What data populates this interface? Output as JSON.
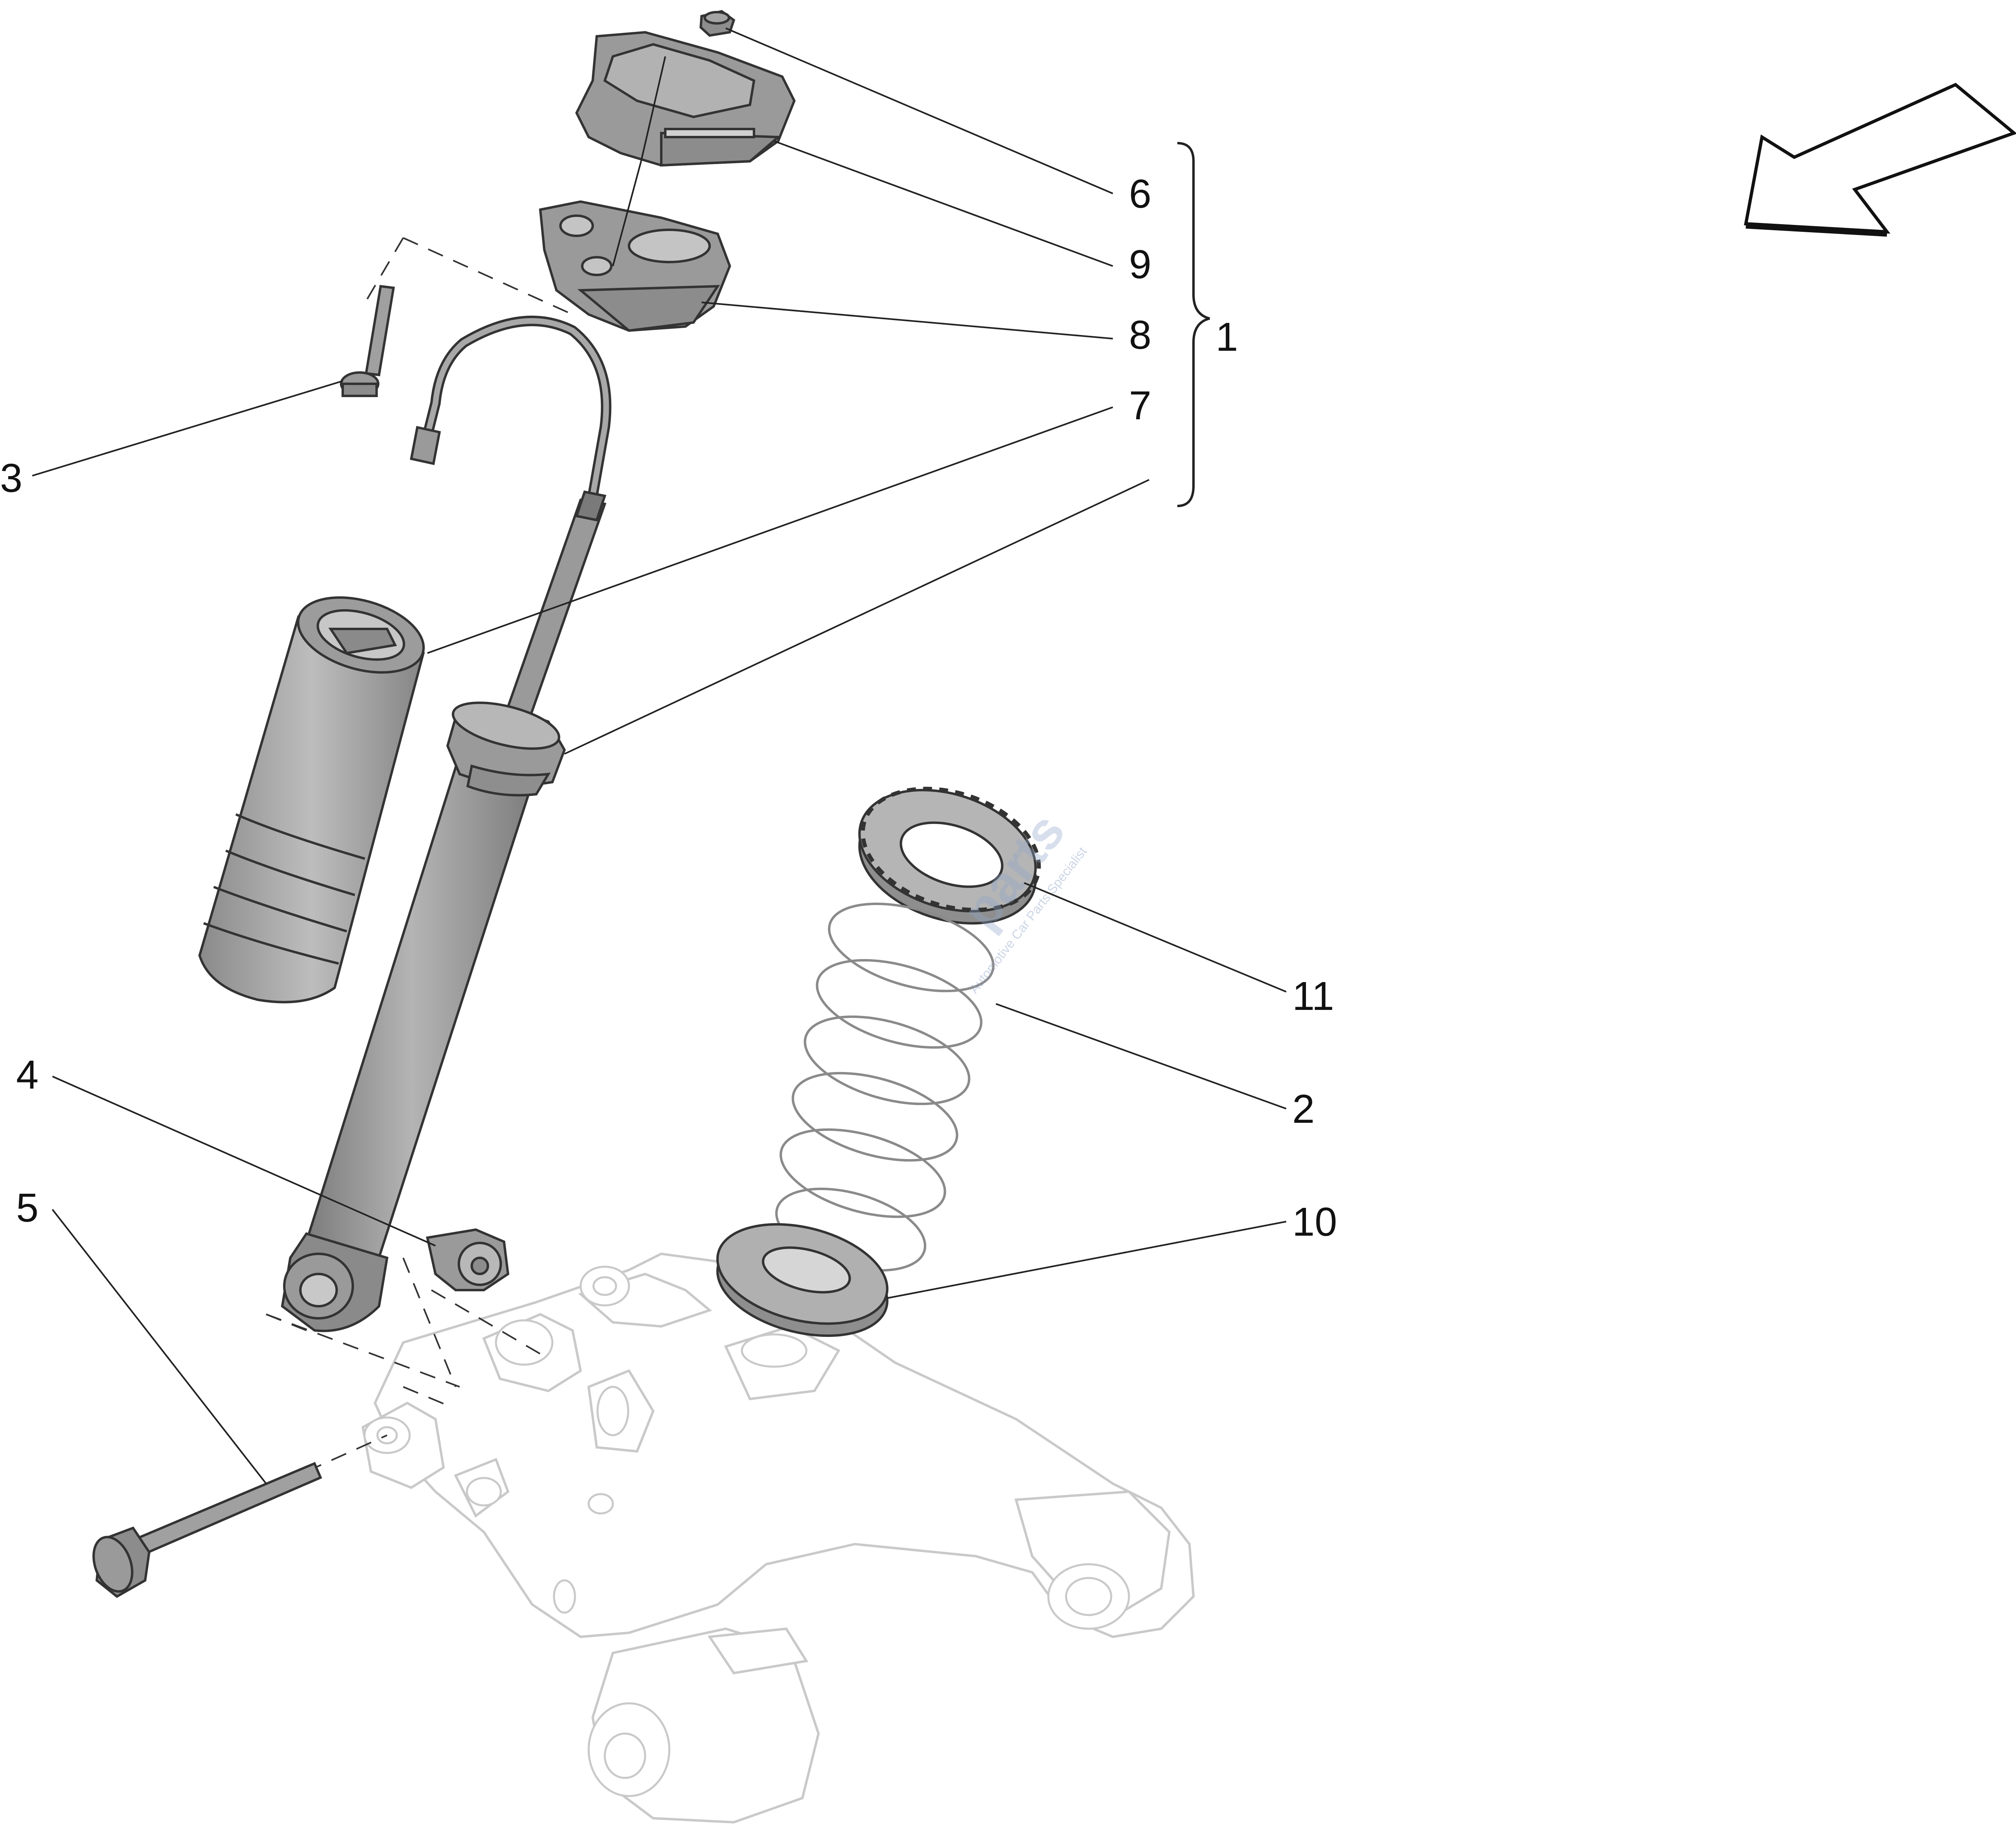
{
  "callouts": {
    "c1": "1",
    "c2": "2",
    "c3": "3",
    "c4": "4",
    "c5": "5",
    "c6": "6",
    "c7": "7",
    "c8": "8",
    "c9": "9",
    "c10": "10",
    "c11": "11"
  },
  "watermark": {
    "brand": "parts",
    "tagline": "Automotive Car Parts Specialist"
  },
  "colors": {
    "part_fill": "#9a9a9a",
    "part_dark": "#6f6f6f",
    "ghost_line": "#c9c9c9",
    "line": "#222222"
  },
  "icons": {
    "direction": "direction-arrow-icon"
  }
}
